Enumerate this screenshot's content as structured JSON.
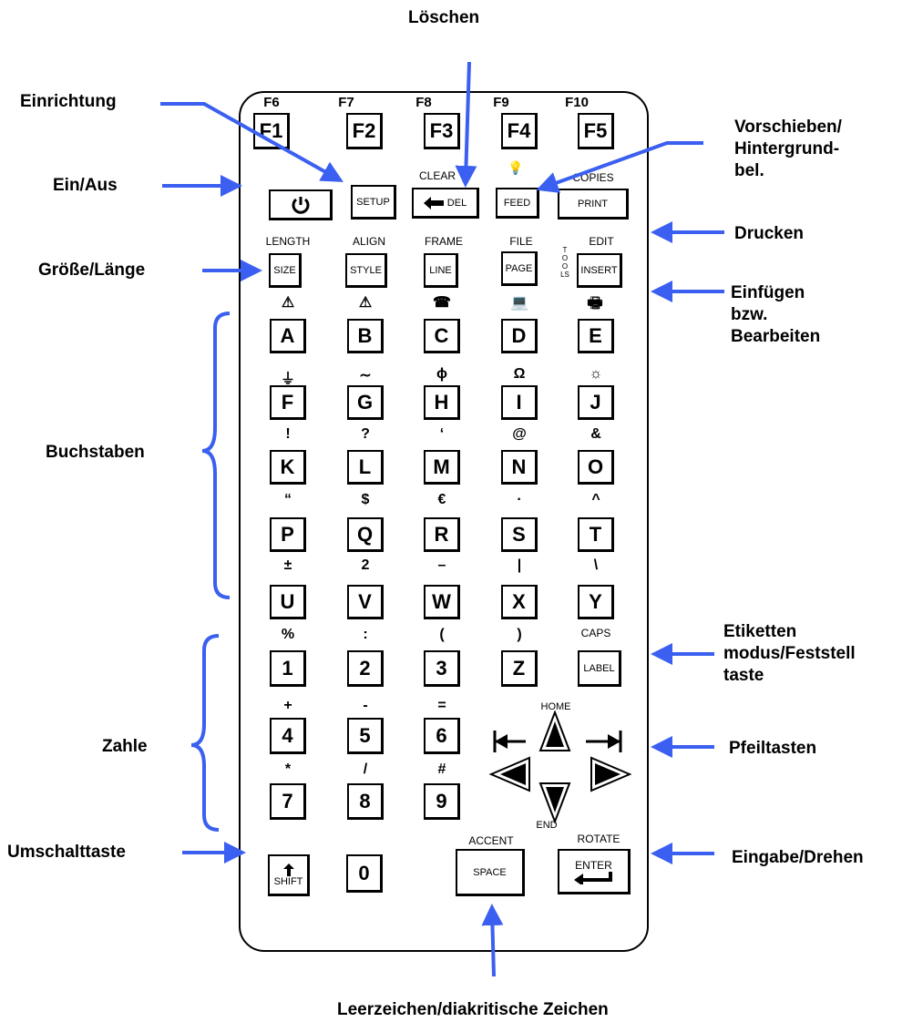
{
  "colors": {
    "arrow": "#3b5ff0",
    "outline": "#000000"
  },
  "fn_keys": [
    {
      "sec": "F6",
      "label": "F1"
    },
    {
      "sec": "F7",
      "label": "F2"
    },
    {
      "sec": "F8",
      "label": "F3"
    },
    {
      "sec": "F9",
      "label": "F4"
    },
    {
      "sec": "F10",
      "label": "F5"
    }
  ],
  "row2": {
    "power_icon": "power-icon",
    "setup": "SETUP",
    "clear": "CLEAR",
    "del": "DEL",
    "feed_icon": "lightbulb-icon",
    "feed": "FEED",
    "copies": "COPIES",
    "print": "PRINT"
  },
  "row3": {
    "length": "LENGTH",
    "size": "SIZE",
    "align": "ALIGN",
    "style": "STYLE",
    "frame": "FRAME",
    "line": "LINE",
    "file": "FILE",
    "page": "PAGE",
    "tools": "TOOLS",
    "edit": "EDIT",
    "insert": "INSERT"
  },
  "letter_rows": [
    {
      "sec": [
        "⚠",
        "⚠",
        "☎",
        "💻",
        "🖶"
      ],
      "keys": [
        "A",
        "B",
        "C",
        "D",
        "E"
      ]
    },
    {
      "sec": [
        "⏚",
        "∼",
        "ɸ",
        "Ω",
        "☼"
      ],
      "keys": [
        "F",
        "G",
        "H",
        "I",
        "J"
      ]
    },
    {
      "sec": [
        "!",
        "?",
        "‘",
        "@",
        "&"
      ],
      "keys": [
        "K",
        "L",
        "M",
        "N",
        "O"
      ]
    },
    {
      "sec": [
        "“",
        "$",
        "€",
        "·",
        "^"
      ],
      "keys": [
        "P",
        "Q",
        "R",
        "S",
        "T"
      ]
    },
    {
      "sec": [
        "±",
        "2",
        "–",
        "|",
        "\\"
      ],
      "keys": [
        "U",
        "V",
        "W",
        "X",
        "Y"
      ]
    }
  ],
  "num_row1": {
    "sec": [
      "%",
      ":",
      "(",
      ")",
      "CAPS"
    ],
    "keys": [
      "1",
      "2",
      "3",
      "Z",
      "LABEL"
    ]
  },
  "num_row2": {
    "sec": [
      "+",
      "-",
      "="
    ],
    "keys": [
      "4",
      "5",
      "6"
    ]
  },
  "num_row3": {
    "sec": [
      "*",
      "/",
      "#"
    ],
    "keys": [
      "7",
      "8",
      "9"
    ]
  },
  "nav": {
    "home": "HOME",
    "end": "END"
  },
  "bottom": {
    "shift": "SHIFT",
    "zero": "0",
    "accent": "ACCENT",
    "space": "SPACE",
    "rotate": "ROTATE",
    "enter": "ENTER"
  },
  "annotations": {
    "loeschen": "Löschen",
    "einrichtung": "Einrichtung",
    "ein_aus": "Ein/Aus",
    "groesse": "Größe/Länge",
    "buchstaben": "Buchstaben",
    "zahle": "Zahle",
    "umschalt": "Umschalttaste",
    "vorschieben": [
      "Vorschieben/",
      "Hintergrund-",
      "bel."
    ],
    "drucken": "Drucken",
    "einfuegen": [
      "Einfügen",
      "bzw.",
      "Bearbeiten"
    ],
    "etiketten": [
      "Etiketten",
      "modus/Feststell",
      "taste"
    ],
    "pfeiltasten": "Pfeiltasten",
    "eingabe": "Eingabe/Drehen",
    "leerzeichen": "Leerzeichen/diakritische Zeichen"
  }
}
